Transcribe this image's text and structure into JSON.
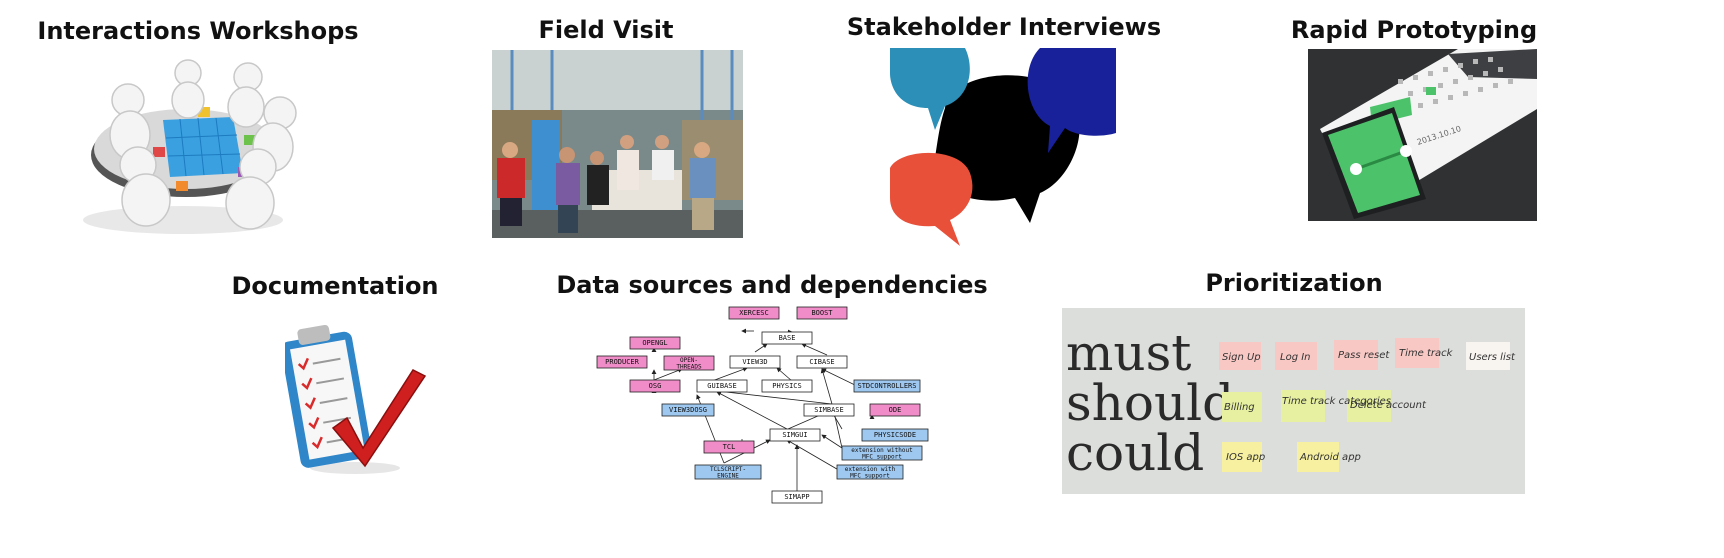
{
  "sections": [
    {
      "title": "Interactions Workshops"
    },
    {
      "title": "Field Visit"
    },
    {
      "title": "Stakeholder Interviews"
    },
    {
      "title": "Rapid Prototyping"
    },
    {
      "title": "Documentation"
    },
    {
      "title": "Data sources and dependencies"
    },
    {
      "title": "Prioritization"
    }
  ],
  "dependency_graph": {
    "nodes": {
      "xercesc": "XERCESC",
      "boost": "BOOST",
      "base": "BASE",
      "opengl": "OPENGL",
      "producer": "PRODUCER",
      "openthreads": "OPEN-\nTHREADS",
      "view3d": "VIEW3D",
      "cibase": "CIBASE",
      "osg": "OSG",
      "guibase": "GUIBASE",
      "physics": "PHYSICS",
      "stdcontrollers": "STDCONTROLLERS",
      "view3dosg": "VIEW3DOSG",
      "simbase": "SIMBASE",
      "ode": "ODE",
      "simgui": "SIMGUI",
      "physicsode": "PHYSICSODE",
      "tcl": "TCL",
      "ext_without_mfc": "extension without\nMFC support",
      "tclscript": "TCLSCRIPT-\nENGINE",
      "ext_with_mfc": "extension with\nMFC support",
      "simapp": "SIMAPP"
    },
    "colors": {
      "external": "#f08cc8",
      "extension": "#9ec8f0",
      "core": "#ffffff"
    }
  },
  "prioritization": {
    "rows": [
      "must",
      "should",
      "could"
    ],
    "must_notes": [
      "Sign Up",
      "Log In",
      "Pass reset",
      "Time track",
      "Users list"
    ],
    "should_notes": [
      "Billing",
      "Time track categories",
      "Delete account"
    ],
    "could_notes": [
      "IOS app",
      "Android app"
    ]
  },
  "prototype": {
    "date": "2013.10.10"
  }
}
